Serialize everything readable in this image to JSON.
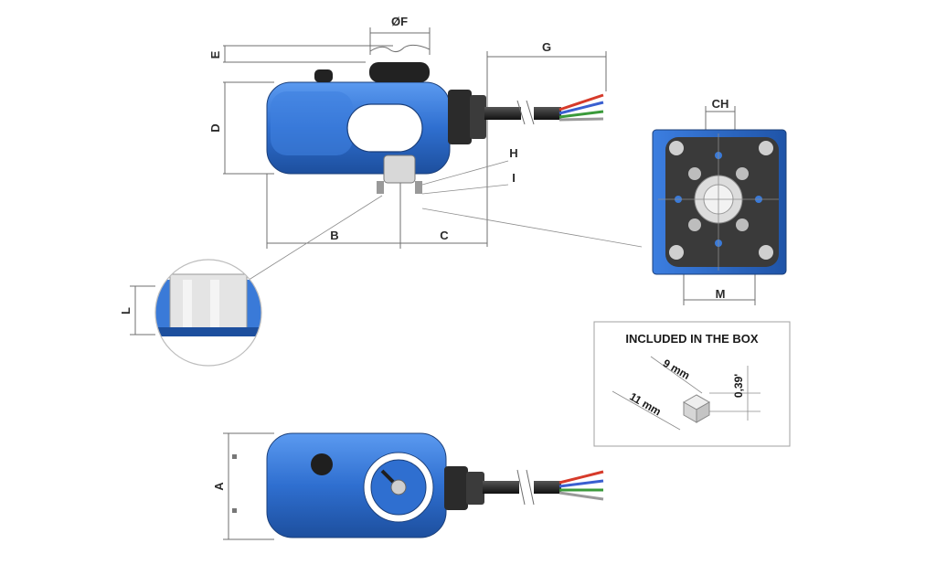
{
  "diagram": {
    "labels": {
      "F": "ØF",
      "E": "E",
      "D": "D",
      "G": "G",
      "H": "H",
      "I": "I",
      "B": "B",
      "C": "C",
      "CH": "CH",
      "M": "M",
      "L": "L",
      "A": "A"
    },
    "included_box": {
      "title": "INCLUDED IN THE BOX",
      "dim_9": "9 mm",
      "dim_11": "11 mm",
      "dim_039": "0,39'"
    },
    "colors": {
      "body_blue": "#2f6fd0",
      "body_dark": "#1d4f9e",
      "plate_dark": "#3a3a3a",
      "wire_red": "#d63a2a",
      "wire_green": "#3a9a3a",
      "wire_blue": "#3a5fd0"
    }
  }
}
